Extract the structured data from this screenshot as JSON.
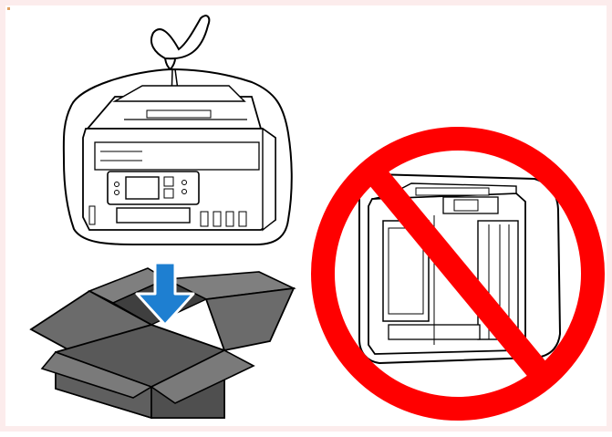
{
  "figure": {
    "kind": "instruction-illustration",
    "panels": [
      {
        "name": "correct-packing",
        "depicts": "printer-in-plastic-bag",
        "action": "place-into-box",
        "arrow_icon": "down-arrow-icon",
        "container_icon": "open-cardboard-box-icon"
      },
      {
        "name": "incorrect-orientation",
        "depicts": "printer-on-its-side",
        "overlay_icon": "prohibition-icon"
      }
    ],
    "colors": {
      "outline": "#000000",
      "box_fill": "#595959",
      "box_light": "#7f7f7f",
      "arrow": "#1e7fd1",
      "prohibition": "#ff0000",
      "frame": "#fcecec"
    }
  }
}
